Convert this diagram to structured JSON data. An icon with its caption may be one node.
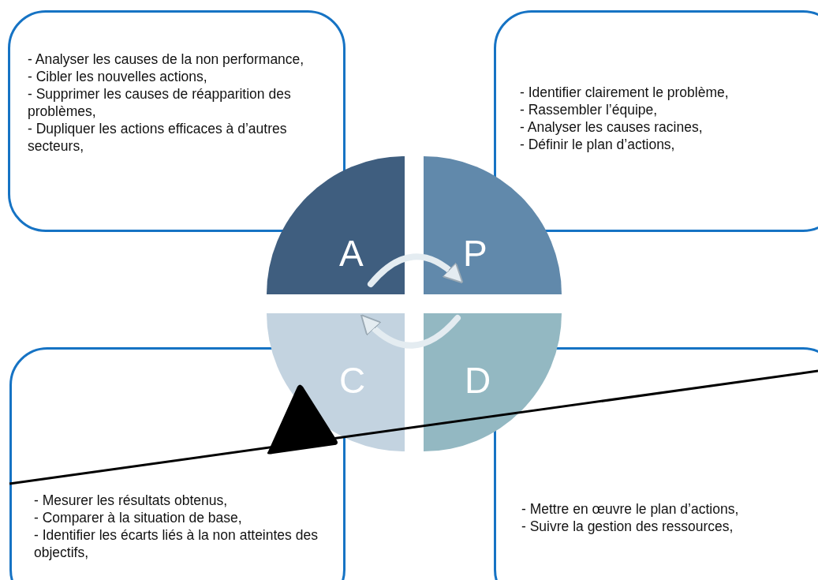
{
  "diagram": {
    "nodes": [
      {
        "text": [
          "- Analyser les causes de la non performance,",
          "- Cibler les nouvelles actions,",
          "- Supprimer les causes de réapparition des problèmes,",
          "- Dupliquer les actions efficaces à d’autres secteurs,"
        ]
      },
      {
        "text": [
          "- Identifier clairement le problème,",
          "- Rassembler l’équipe,",
          "- Analyser les causes racines,",
          "- Définir le plan d’actions,"
        ]
      },
      {
        "text": [
          "A"
        ]
      },
      {
        "text": [
          "P"
        ]
      },
      {
        "text": [
          "C"
        ]
      },
      {
        "text": [
          "D"
        ]
      },
      {
        "text": [
          "- Mesurer les résultats obtenus,",
          "- Comparer à la situation de base,",
          "- Identifier les écarts liés à la non atteintes des objectifs,"
        ]
      },
      {
        "text": [
          "- Mettre en œuvre le plan d’actions,",
          "- Suivre la gestion des ressources,"
        ]
      }
    ],
    "edges": [
      {
        "from": 2,
        "to": 3,
        "arrow": "to"
      },
      {
        "from": 5,
        "to": 4,
        "arrow": "to"
      }
    ]
  }
}
